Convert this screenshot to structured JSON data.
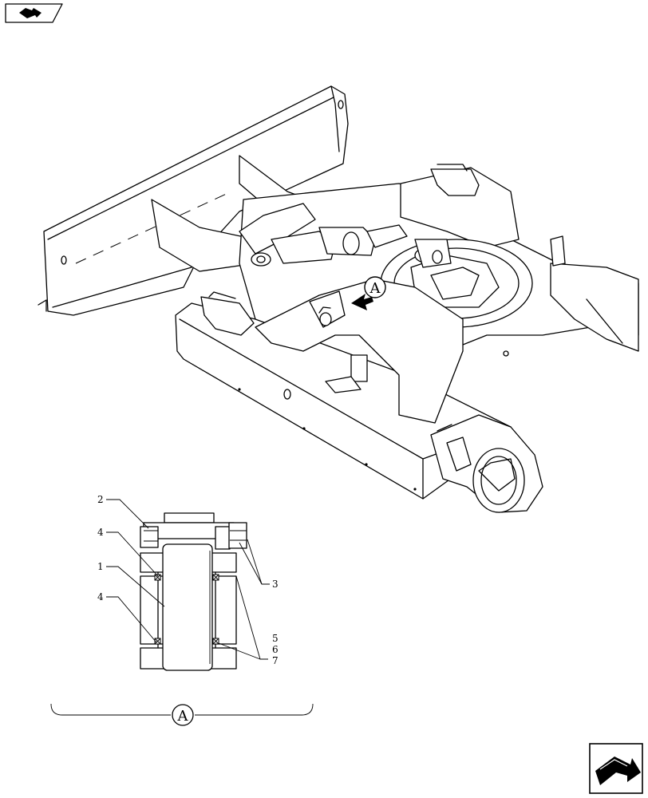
{
  "header": {
    "icon": "book-arrow-icon"
  },
  "footer": {
    "icon": "next-page-arrow-icon"
  },
  "diagram": {
    "detail_marker_label": "A",
    "detail_label": "A",
    "callouts": [
      {
        "id": "c2",
        "text": "2"
      },
      {
        "id": "c4a",
        "text": "4"
      },
      {
        "id": "c1",
        "text": "1"
      },
      {
        "id": "c4b",
        "text": "4"
      },
      {
        "id": "c3",
        "text": "3"
      },
      {
        "id": "c5",
        "text": "5"
      },
      {
        "id": "c6",
        "text": "6"
      },
      {
        "id": "c7",
        "text": "7"
      }
    ]
  }
}
